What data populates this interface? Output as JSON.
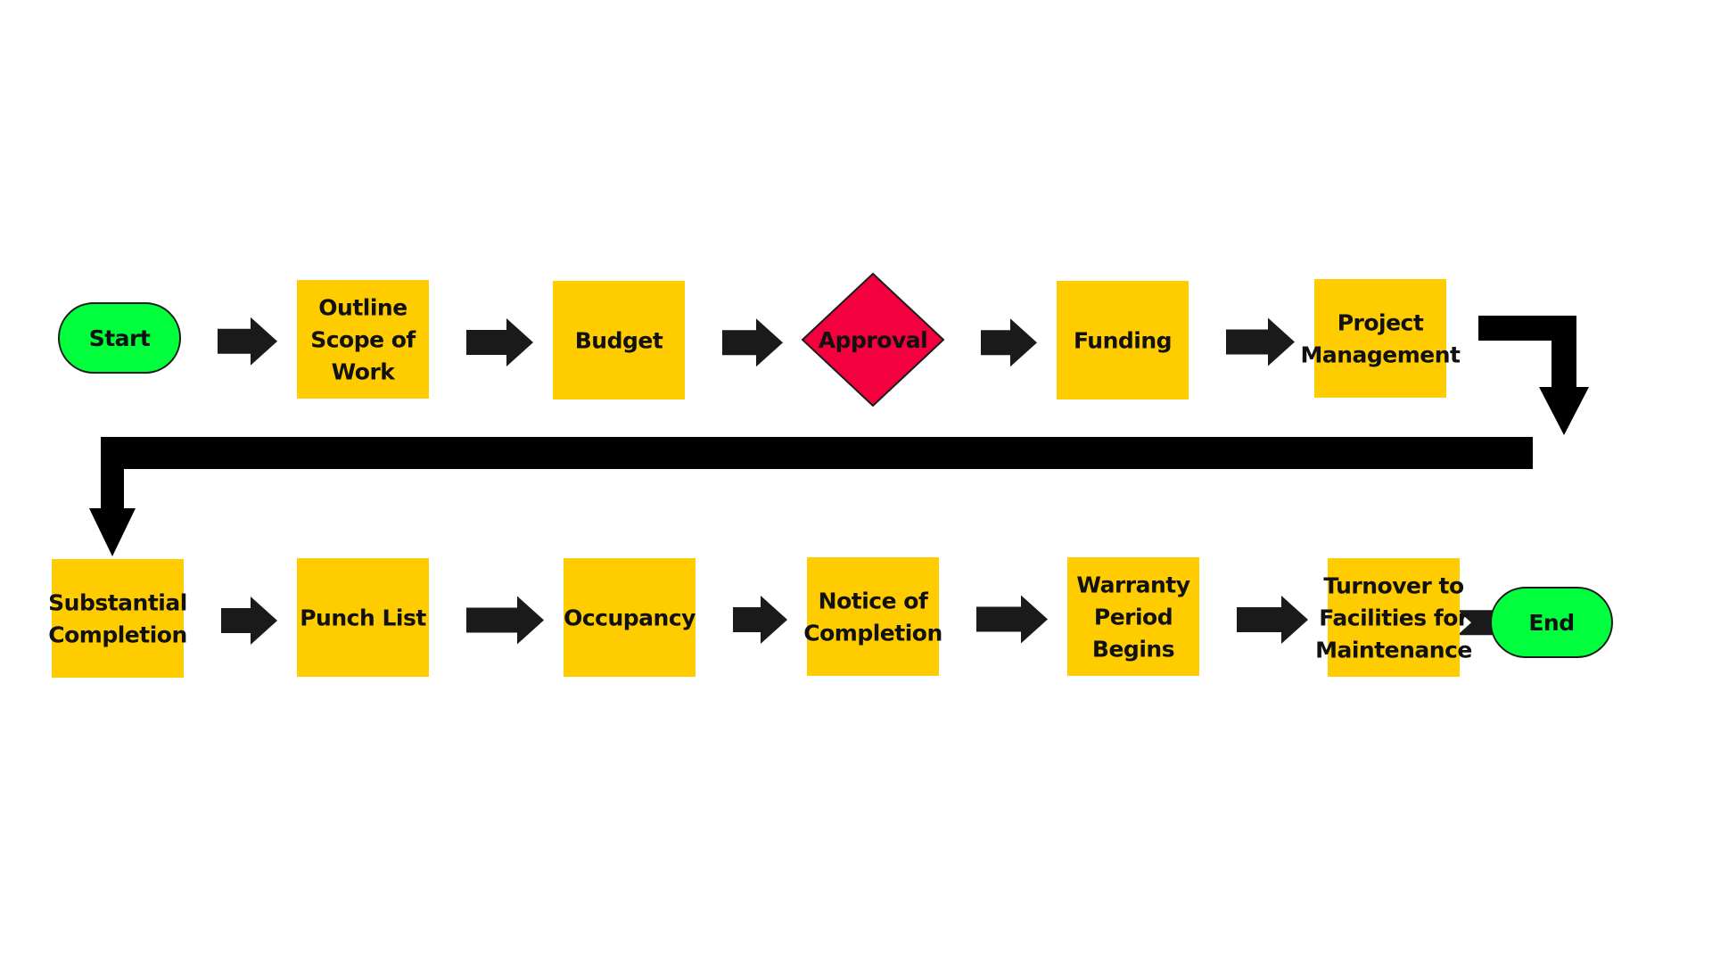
{
  "colors": {
    "process": "#ffcc00",
    "terminal": "#00ff3c",
    "decision": "#f5003f",
    "arrow": "#1a1a1a",
    "connector": "#000000",
    "text": "#111111"
  },
  "nodes": [
    {
      "id": "start",
      "shape": "terminal",
      "lines": [
        "Start"
      ]
    },
    {
      "id": "outline-scope",
      "shape": "process",
      "lines": [
        "Outline",
        "Scope of",
        "Work"
      ]
    },
    {
      "id": "budget",
      "shape": "process",
      "lines": [
        "Budget"
      ]
    },
    {
      "id": "approval",
      "shape": "decision",
      "lines": [
        "Approval"
      ]
    },
    {
      "id": "funding",
      "shape": "process",
      "lines": [
        "Funding"
      ]
    },
    {
      "id": "project-management",
      "shape": "process",
      "lines": [
        "Project",
        "Management"
      ]
    },
    {
      "id": "substantial-completion",
      "shape": "process",
      "lines": [
        "Substantial",
        "Completion"
      ]
    },
    {
      "id": "punch-list",
      "shape": "process",
      "lines": [
        "Punch List"
      ]
    },
    {
      "id": "occupancy",
      "shape": "process",
      "lines": [
        "Occupancy"
      ]
    },
    {
      "id": "notice-of-completion",
      "shape": "process",
      "lines": [
        "Notice of",
        "Completion"
      ]
    },
    {
      "id": "warranty-period",
      "shape": "process",
      "lines": [
        "Warranty",
        "Period",
        "Begins"
      ]
    },
    {
      "id": "turnover",
      "shape": "process",
      "lines": [
        "Turnover to",
        "Facilities for",
        "Maintenance"
      ]
    },
    {
      "id": "end",
      "shape": "terminal",
      "lines": [
        "End"
      ]
    }
  ],
  "edges": [
    {
      "from": "start",
      "to": "outline-scope"
    },
    {
      "from": "outline-scope",
      "to": "budget"
    },
    {
      "from": "budget",
      "to": "approval"
    },
    {
      "from": "approval",
      "to": "funding"
    },
    {
      "from": "funding",
      "to": "project-management"
    },
    {
      "from": "project-management",
      "to": "substantial-completion",
      "style": "wrap"
    },
    {
      "from": "substantial-completion",
      "to": "punch-list"
    },
    {
      "from": "punch-list",
      "to": "occupancy"
    },
    {
      "from": "occupancy",
      "to": "notice-of-completion"
    },
    {
      "from": "notice-of-completion",
      "to": "warranty-period"
    },
    {
      "from": "warranty-period",
      "to": "turnover"
    },
    {
      "from": "turnover",
      "to": "end"
    }
  ]
}
